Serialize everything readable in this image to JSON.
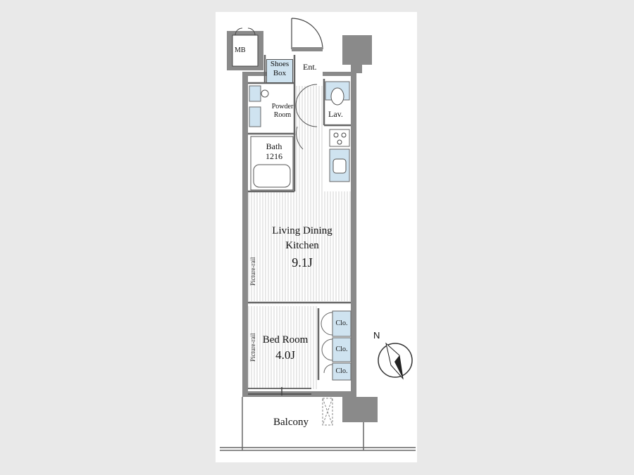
{
  "rooms": {
    "mb": "MB",
    "shoes_box": [
      "Shoes",
      "Box"
    ],
    "entrance": "Ent.",
    "powder_room": [
      "Powder",
      "Room"
    ],
    "lavatory": "Lav.",
    "bath": [
      "Bath",
      "1216"
    ],
    "ldk": [
      "Living Dining",
      "Kitchen",
      "9.1J"
    ],
    "bedroom": [
      "Bed Room",
      "4.0J"
    ],
    "closets": [
      "Clo.",
      "Clo.",
      "Clo."
    ],
    "balcony": "Balcony"
  },
  "labels": {
    "picture_rail_ldk": "Picture-rail",
    "picture_rail_bed": "Picture-rail",
    "north": "N"
  },
  "colors": {
    "wall": "#7f7f7f",
    "storage_fill": "#cfe3f0",
    "floor_stripe": "#d6d6d6",
    "sheet": "#ffffff",
    "background": "#e9e9e9"
  }
}
